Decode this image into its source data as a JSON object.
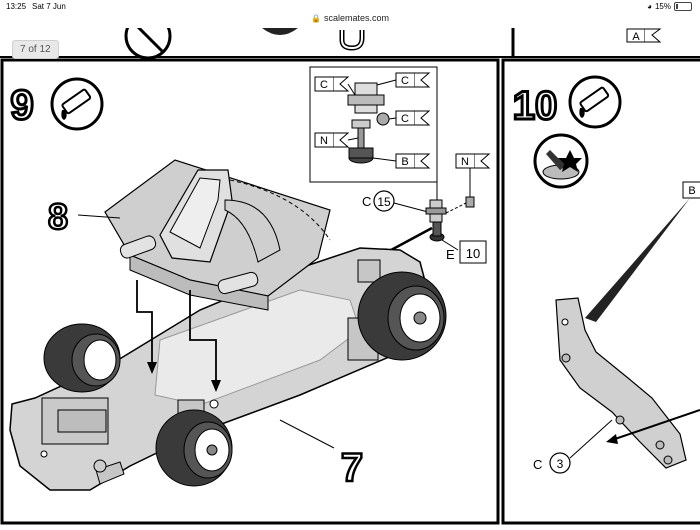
{
  "status_bar": {
    "time": "13:25",
    "date": "Sat 7 Jun",
    "url": "scalemates.com",
    "battery_label": "15%",
    "battery_level": 0.15
  },
  "page_indicator": "7 of 12",
  "manual": {
    "top_strip": {
      "part_label": "A"
    },
    "step9": {
      "number": "9",
      "detail_callouts": [
        "C",
        "C",
        "C",
        "N",
        "B"
      ],
      "part_c15_letter": "C",
      "part_c15_number": "15",
      "flag_n": "N",
      "part_e10_letter": "E",
      "part_e10_number": "10",
      "sub_assembly": "8",
      "main_assembly": "7"
    },
    "step10": {
      "number": "10",
      "flag_b": "B",
      "part_c3_letter": "C",
      "part_c3_number": "3"
    }
  }
}
